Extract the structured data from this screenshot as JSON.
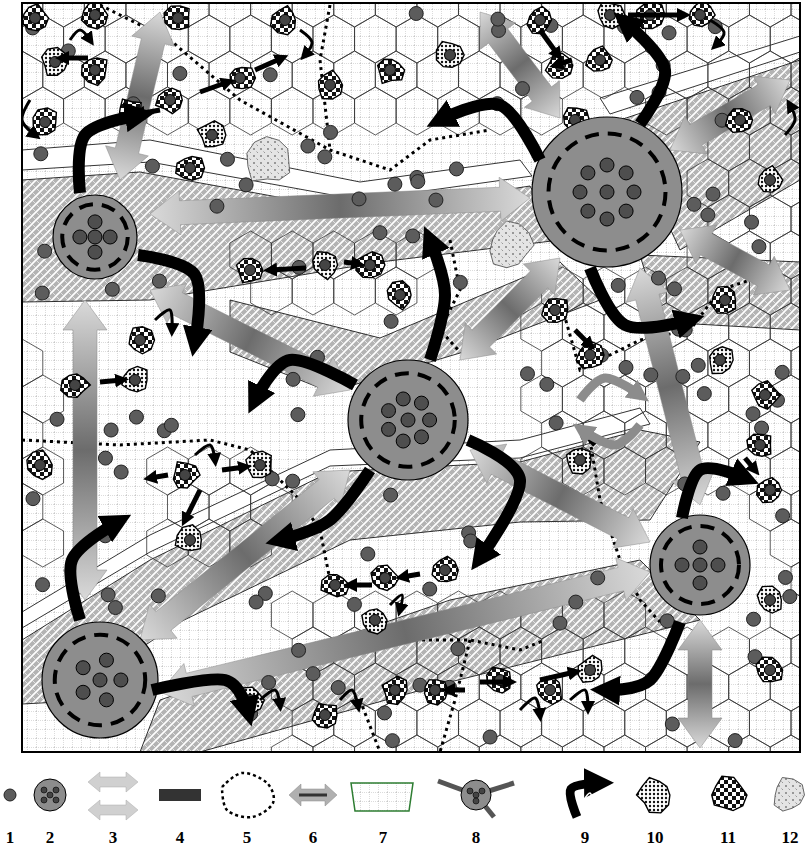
{
  "diagram": {
    "legend": [
      {
        "text": "1"
      },
      {
        "text": "2"
      },
      {
        "text": "3"
      },
      {
        "text": "4"
      },
      {
        "text": "5"
      },
      {
        "text": "6"
      },
      {
        "text": "7"
      },
      {
        "text": "8"
      },
      {
        "text": "9"
      },
      {
        "text": "10"
      },
      {
        "text": "11"
      },
      {
        "text": "12"
      }
    ]
  }
}
